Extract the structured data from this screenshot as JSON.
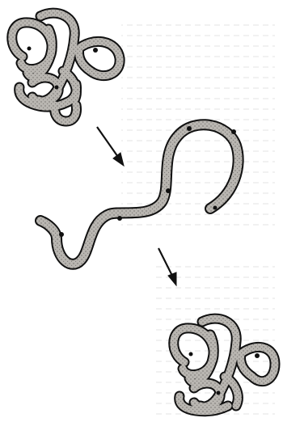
{
  "figure": {
    "stages": [
      {
        "name": "folded-protein-top",
        "state": "folded"
      },
      {
        "name": "unfolded-protein-chain",
        "state": "unfolded"
      },
      {
        "name": "folded-protein-bottom",
        "state": "refolded"
      }
    ],
    "arrows": 2,
    "colors": {
      "strand_fill": "#b9b6b1",
      "strand_outline": "#111111",
      "stipple": "#6e6c69",
      "bleed_through_text": "#d8d8d8",
      "background": "#ffffff"
    }
  }
}
